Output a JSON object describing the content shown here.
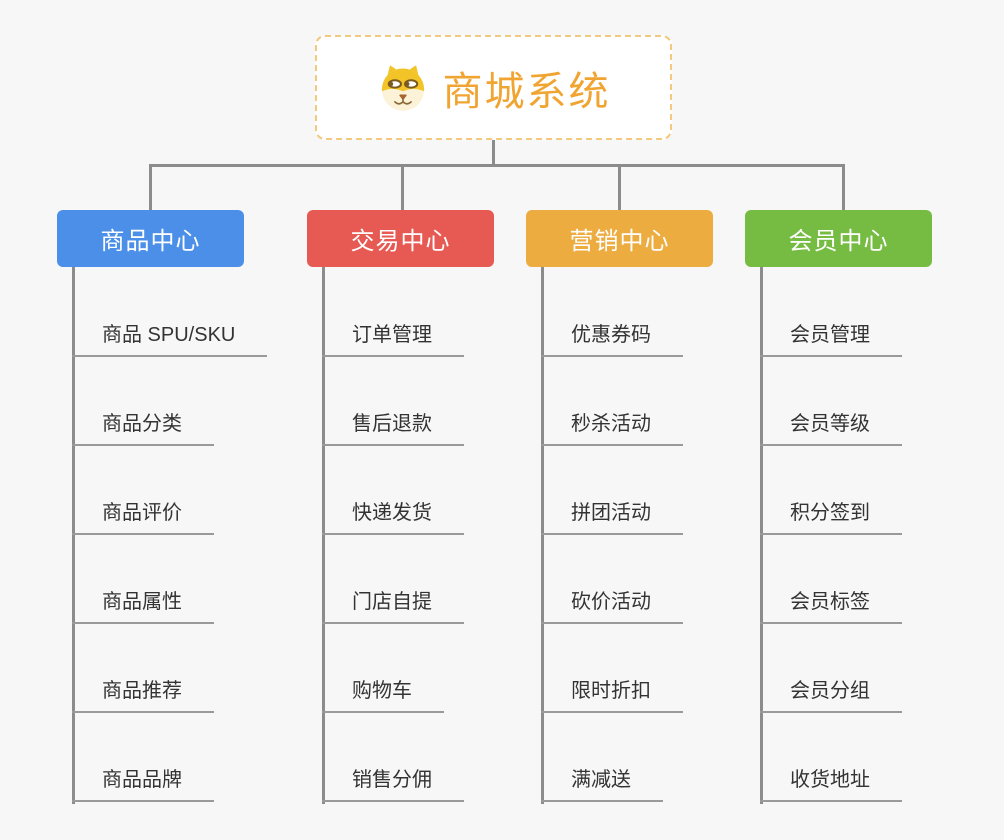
{
  "root": {
    "title": "商城系统",
    "icon": "shiba-dog-icon"
  },
  "colors": {
    "background": "#f7f7f7",
    "root_border": "#f3c87f",
    "root_text": "#f0a532",
    "connector": "#8c8c8c",
    "leaf_underline": "#9a9a9a",
    "leaf_text": "#333333",
    "branch_product": "#4b8fe8",
    "branch_trade": "#e75a54",
    "branch_marketing": "#edac40",
    "branch_member": "#76bc43"
  },
  "branches": [
    {
      "label": "商品中心",
      "color": "#4b8fe8",
      "items": [
        "商品 SPU/SKU",
        "商品分类",
        "商品评价",
        "商品属性",
        "商品推荐",
        "商品品牌"
      ]
    },
    {
      "label": "交易中心",
      "color": "#e75a54",
      "items": [
        "订单管理",
        "售后退款",
        "快递发货",
        "门店自提",
        "购物车",
        "销售分佣"
      ]
    },
    {
      "label": "营销中心",
      "color": "#edac40",
      "items": [
        "优惠券码",
        "秒杀活动",
        "拼团活动",
        "砍价活动",
        "限时折扣",
        "满减送"
      ]
    },
    {
      "label": "会员中心",
      "color": "#76bc43",
      "items": [
        "会员管理",
        "会员等级",
        "积分签到",
        "会员标签",
        "会员分组",
        "收货地址"
      ]
    }
  ]
}
